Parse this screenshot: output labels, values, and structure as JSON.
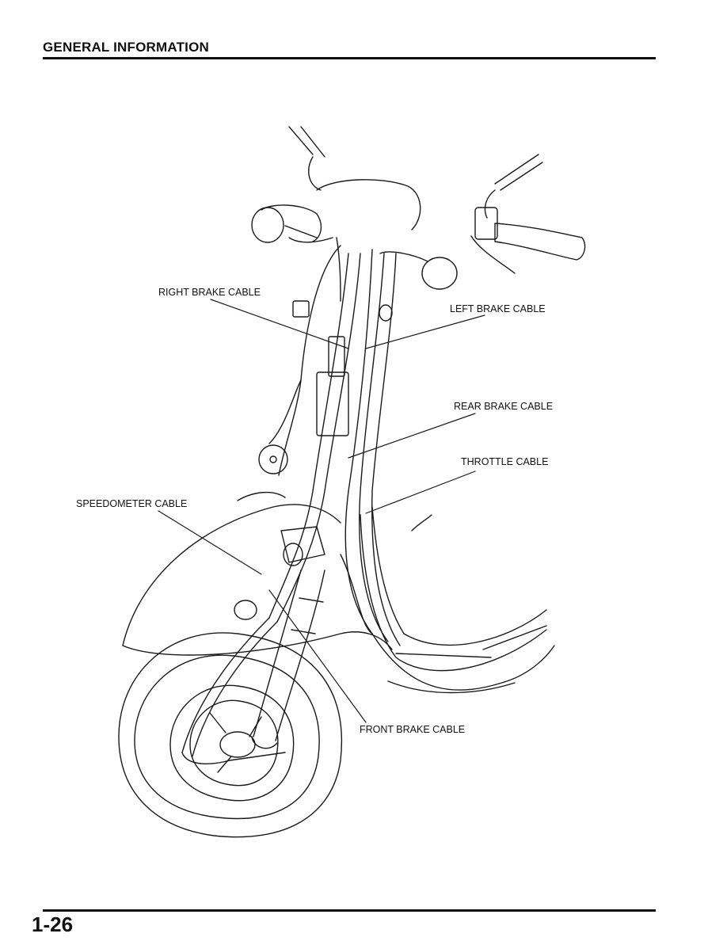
{
  "header": {
    "title": "GENERAL INFORMATION"
  },
  "footer": {
    "page_number": "1-26"
  },
  "figure": {
    "callouts": {
      "right_brake_cable": "RIGHT BRAKE CABLE",
      "left_brake_cable": "LEFT BRAKE CABLE",
      "rear_brake_cable": "REAR BRAKE CABLE",
      "throttle_cable": "THROTTLE CABLE",
      "speedometer_cable": "SPEEDOMETER CABLE",
      "front_brake_cable": "FRONT BRAKE CABLE"
    }
  }
}
